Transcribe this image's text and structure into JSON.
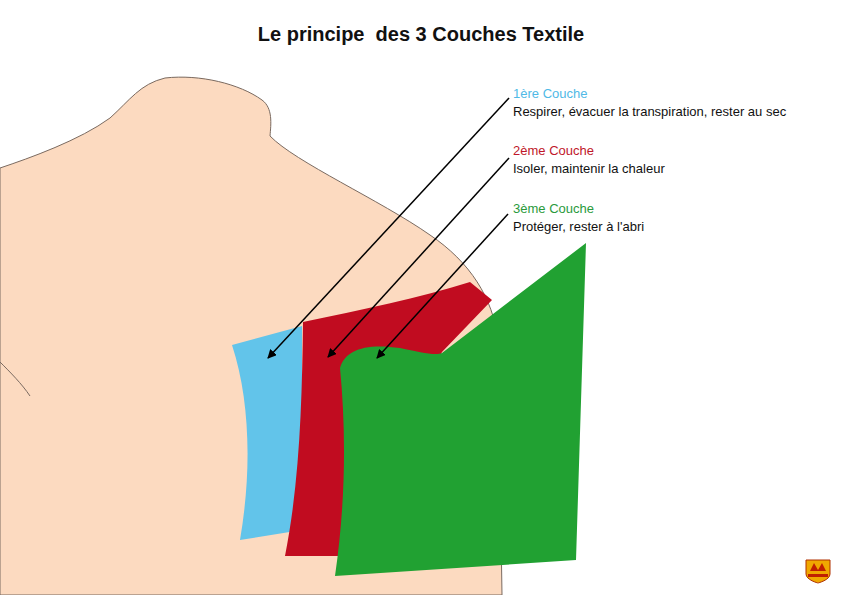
{
  "diagram": {
    "title": "Le principe  des 3 Couches Textile",
    "labels": [
      "1ère Couche",
      "Respirer, évacuer la transpiration, rester au sec",
      "2ème Couche",
      "Isoler, maintenir la chaleur",
      "3ème Couche",
      "Protéger, rester à l'abri"
    ]
  }
}
